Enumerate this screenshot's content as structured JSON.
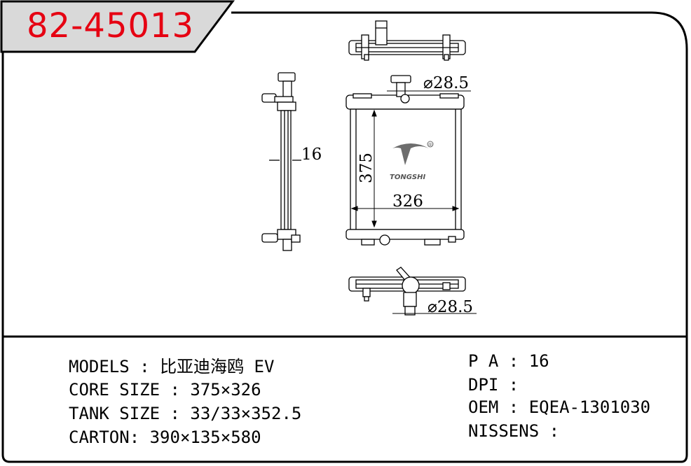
{
  "title": "82-45013",
  "drawing": {
    "dim_core_height": "375",
    "dim_core_width": "326",
    "dim_core_thickness": "16",
    "dim_inlet_diameter": "⌀28.5",
    "dim_outlet_diameter": "⌀28.5",
    "logo_text": "TONGSHI",
    "logo_mark": "®"
  },
  "specs_left": [
    {
      "label": "MODELS",
      "value": "比亚迪海鸥 EV"
    },
    {
      "label": "CORE SIZE",
      "value": "375×326"
    },
    {
      "label": "TANK SIZE",
      "value": "33/33×352.5"
    },
    {
      "label": "CARTON",
      "value": "390×135×580"
    }
  ],
  "specs_right": [
    {
      "label": "P A",
      "value": "16"
    },
    {
      "label": "DPI",
      "value": ""
    },
    {
      "label": "OEM",
      "value": "EQEA-1301030"
    },
    {
      "label": "NISSENS",
      "value": ""
    }
  ],
  "colors": {
    "title": "#e60012",
    "title_banner": "#d9d9d9",
    "line": "#000000"
  }
}
